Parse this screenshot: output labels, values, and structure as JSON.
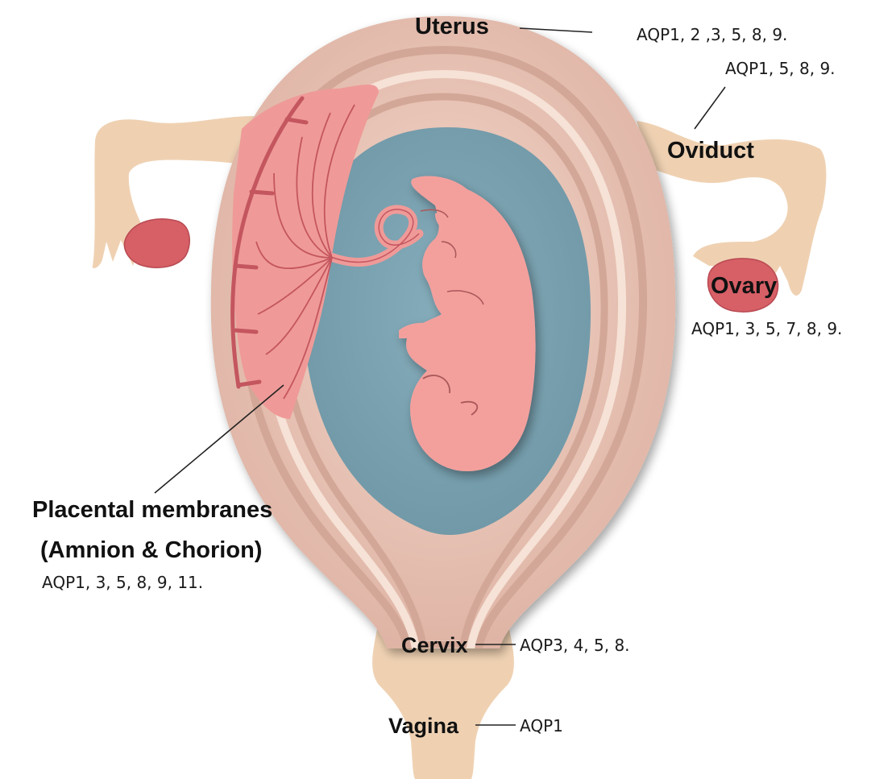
{
  "labels": {
    "uterus": {
      "name": "Uterus",
      "aqp": "AQP1, 2 ,3, 5, 8, 9."
    },
    "oviduct": {
      "name": "Oviduct",
      "aqp": "AQP1, 5, 8, 9."
    },
    "ovary": {
      "name": "Ovary",
      "aqp": "AQP1, 3, 5, 7, 8, 9."
    },
    "placenta": {
      "name_line1": "Placental membranes",
      "name_line2": "(Amnion & Chorion)",
      "aqp": "AQP1, 3, 5, 8, 9, 11."
    },
    "cervix": {
      "name": "Cervix",
      "aqp": "AQP3, 4, 5, 8."
    },
    "vagina": {
      "name": "Vagina",
      "aqp": "AQP1"
    }
  },
  "colors": {
    "uterine_wall": "#e9c4b6",
    "uterine_band_dark": "#d3a797",
    "uterine_band_light": "#f6e2d6",
    "amniotic_fluid": "#7fa6b5",
    "fetus": "#f3a09d",
    "placenta": "#ef9a98",
    "placenta_vessel": "#c4565f",
    "oviduct_tissue": "#efd1b2",
    "ovary": "#d75f66"
  }
}
